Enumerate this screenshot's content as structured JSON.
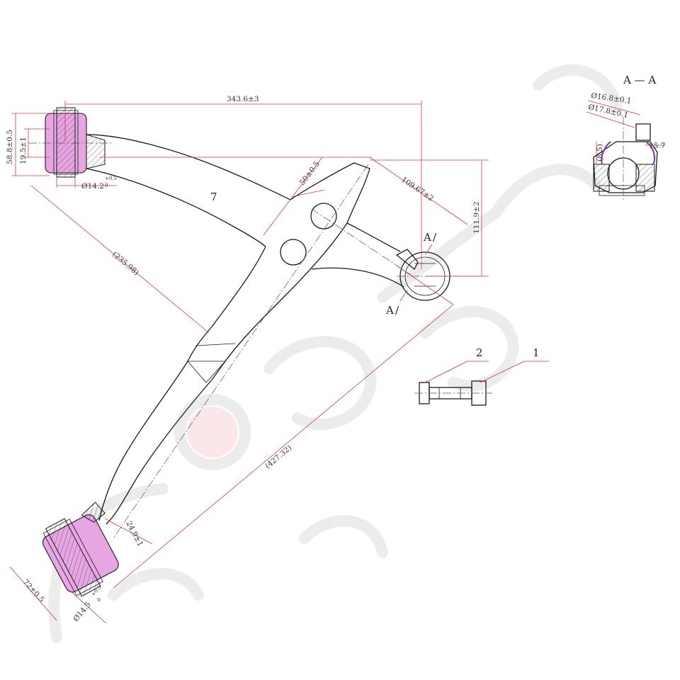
{
  "dimensions": {
    "overall_length": "343.6±3",
    "height_58": "58.8±0.5",
    "height_19": "19.5±1",
    "bore_front": "Ø14.2",
    "bore_front_tol": "+0.5",
    "bore_front_tol2": "0",
    "hole_spacing": "50±0.5",
    "offset_109": "109.67±2",
    "height_111": "111.9±2",
    "diag_235": "(235.98)",
    "diag_427": "(427.32)",
    "width_24": "24.9±1",
    "rear_72": "72±0.5",
    "bore_rear": "Ø14.5",
    "bore_rear_tol": "+0.5",
    "bore_rear_tol2": "0"
  },
  "section": {
    "title": "A — A",
    "d1": "Ø16.8±0.1",
    "d2": "Ø17.8±0.1",
    "h1": "(8.5)",
    "h2": "15.7"
  },
  "labels": {
    "cut_top": "A",
    "cut_bottom": "A",
    "part_1": "1",
    "part_2": "2",
    "arm_mark": "7"
  },
  "colors": {
    "dimension_line": "#d23a3a",
    "bushing_fill": "#e7a6e3",
    "outline": "#1a1a1a",
    "watermark": "#ececec"
  }
}
